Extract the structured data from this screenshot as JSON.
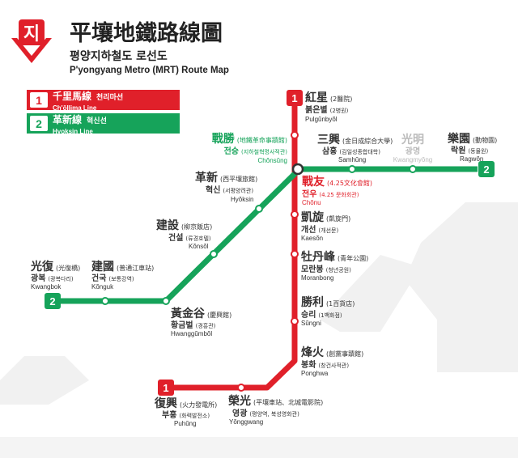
{
  "header": {
    "logo_glyph": "지",
    "title": "平壤地鐵路線圖",
    "subtitle_kr": "평양지하철도 로선도",
    "subtitle_en": "P'yongyang Metro (MRT) Route Map"
  },
  "legend": [
    {
      "num": "1",
      "hanja": "千里馬線",
      "korean": "천리마선",
      "english": "Ch'ŏllima Line",
      "color": "#e0202a"
    },
    {
      "num": "2",
      "hanja": "革新線",
      "korean": "혁신선",
      "english": "Hyoksin Line",
      "color": "#16a35a"
    }
  ],
  "colors": {
    "red": "#e0202a",
    "green": "#16a35a",
    "text": "#333333",
    "grey": "#bbbbbb"
  },
  "lines": {
    "red_end_top": "1",
    "red_end_bottom": "1",
    "green_end_right": "2",
    "green_end_left": "2"
  },
  "stations": [
    {
      "id": "hongsong",
      "hanja": "紅星",
      "note": "(2醫院)",
      "korean": "붉은별",
      "note_kr": "(2병원)",
      "roman": "Pulgŭnbyŏl",
      "color": "#333333"
    },
    {
      "id": "jonsung",
      "hanja": "戰勝",
      "note": "(地鐵革命事蹟館)",
      "korean": "전승",
      "note_kr": "(지하철혁명사적관)",
      "roman": "Chŏnsŭng",
      "color": "#16a35a"
    },
    {
      "id": "samhung",
      "hanja": "三興",
      "note": "(金日成綜合大學)",
      "korean": "삼흥",
      "note_kr": "(김일성종합대학)",
      "roman": "Samhŭng",
      "color": "#333333"
    },
    {
      "id": "kwangmyong",
      "hanja": "光明",
      "note": "",
      "korean": "광명",
      "note_kr": "",
      "roman": "Kwangmyŏng",
      "color": "#bbbbbb"
    },
    {
      "id": "ragwon",
      "hanja": "樂園",
      "note": "(動物園)",
      "korean": "락원",
      "note_kr": "(동물원)",
      "roman": "Ragwŏn",
      "color": "#333333"
    },
    {
      "id": "hyoksin",
      "hanja": "革新",
      "note": "(西平壤旅館)",
      "korean": "혁신",
      "note_kr": "(서평양려관)",
      "roman": "Hyŏksin",
      "color": "#333333"
    },
    {
      "id": "jonu",
      "hanja": "戰友",
      "note": "(4.25文化會館)",
      "korean": "전우",
      "note_kr": "(4.25 문화회관)",
      "roman": "Chŏnu",
      "color": "#e0202a"
    },
    {
      "id": "kaeson",
      "hanja": "凱旋",
      "note": "(凱旋門)",
      "korean": "개선",
      "note_kr": "(개선문)",
      "roman": "Kaesŏn",
      "color": "#333333"
    },
    {
      "id": "konsol",
      "hanja": "建設",
      "note": "(柳京飯店)",
      "korean": "건설",
      "note_kr": "(류경호텔)",
      "roman": "Kŏnsŏl",
      "color": "#333333"
    },
    {
      "id": "moranbong",
      "hanja": "牡丹峰",
      "note": "(青年公園)",
      "korean": "모란봉",
      "note_kr": "(청년공원)",
      "roman": "Moranbong",
      "color": "#333333"
    },
    {
      "id": "kwangbok",
      "hanja": "光復",
      "note": "(光復橋)",
      "korean": "광복",
      "note_kr": "(광복다리)",
      "roman": "Kwangbok",
      "color": "#333333"
    },
    {
      "id": "konguk",
      "hanja": "建國",
      "note": "(普通江車站)",
      "korean": "건국",
      "note_kr": "(보통강역)",
      "roman": "Kŏnguk",
      "color": "#333333"
    },
    {
      "id": "hwanggumbol",
      "hanja": "黃金谷",
      "note": "(慶興館)",
      "korean": "황금벌",
      "note_kr": "(경흥관)",
      "roman": "Hwanggŭmbŏl",
      "color": "#333333"
    },
    {
      "id": "sungni",
      "hanja": "勝利",
      "note": "(1百貨店)",
      "korean": "승리",
      "note_kr": "(1백화점)",
      "roman": "Sŭngni",
      "color": "#333333"
    },
    {
      "id": "ponghwa",
      "hanja": "烽火",
      "note": "(創黨事蹟館)",
      "korean": "봉화",
      "note_kr": "(창건사적관)",
      "roman": "Ponghwa",
      "color": "#333333"
    },
    {
      "id": "puhung",
      "hanja": "復興",
      "note": "(火力發電所)",
      "korean": "부흥",
      "note_kr": "(화력발전소)",
      "roman": "Puhŭng",
      "color": "#333333"
    },
    {
      "id": "yonggwang",
      "hanja": "榮光",
      "note": "(平壤車站、北城電影院)",
      "korean": "영광",
      "note_kr": "(평양역, 북성영화관)",
      "roman": "Yŏnggwang",
      "color": "#333333"
    }
  ]
}
